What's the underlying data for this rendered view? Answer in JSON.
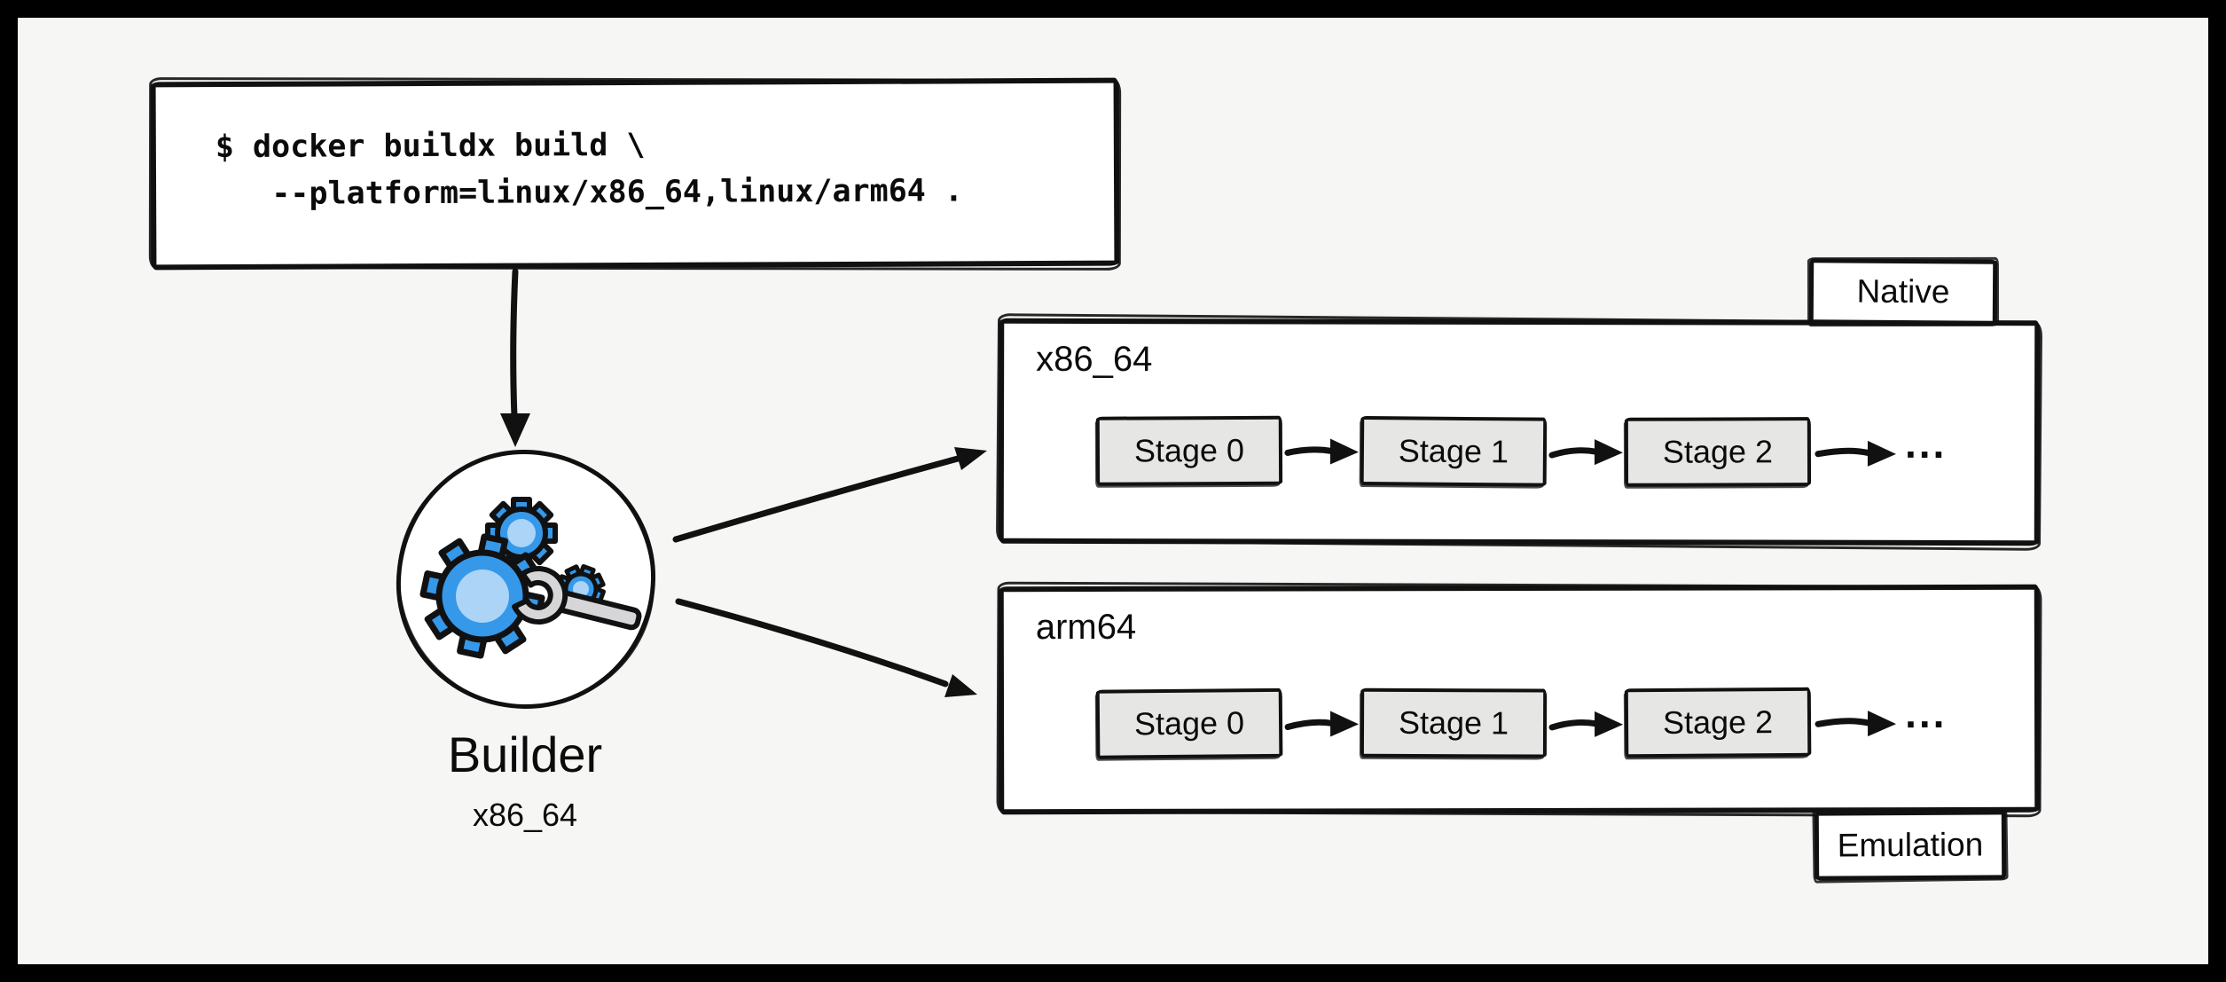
{
  "colors": {
    "background": "#f6f6f5",
    "frame": "#000000",
    "ink": "#111111",
    "box_fill": "#ffffff",
    "stage_fill": "#e6e6e5",
    "gear_blue": "#3598e9",
    "gear_blue_light": "#abd4f6",
    "wrench_gray": "#d6d6d9"
  },
  "command_box": {
    "line1": "$ docker buildx build \\",
    "line2": "   --platform=linux/x86_64,linux/arm64 ."
  },
  "builder": {
    "label": "Builder",
    "arch": "x86_64",
    "icon": "gears-and-wrench"
  },
  "pipelines": [
    {
      "arch_label": "x86_64",
      "mode_badge": "Native",
      "badge_position": "top-right",
      "stages": [
        "Stage 0",
        "Stage 1",
        "Stage 2"
      ],
      "continuation": "..."
    },
    {
      "arch_label": "arm64",
      "mode_badge": "Emulation",
      "badge_position": "bottom-right",
      "stages": [
        "Stage 0",
        "Stage 1",
        "Stage 2"
      ],
      "continuation": "..."
    }
  ]
}
